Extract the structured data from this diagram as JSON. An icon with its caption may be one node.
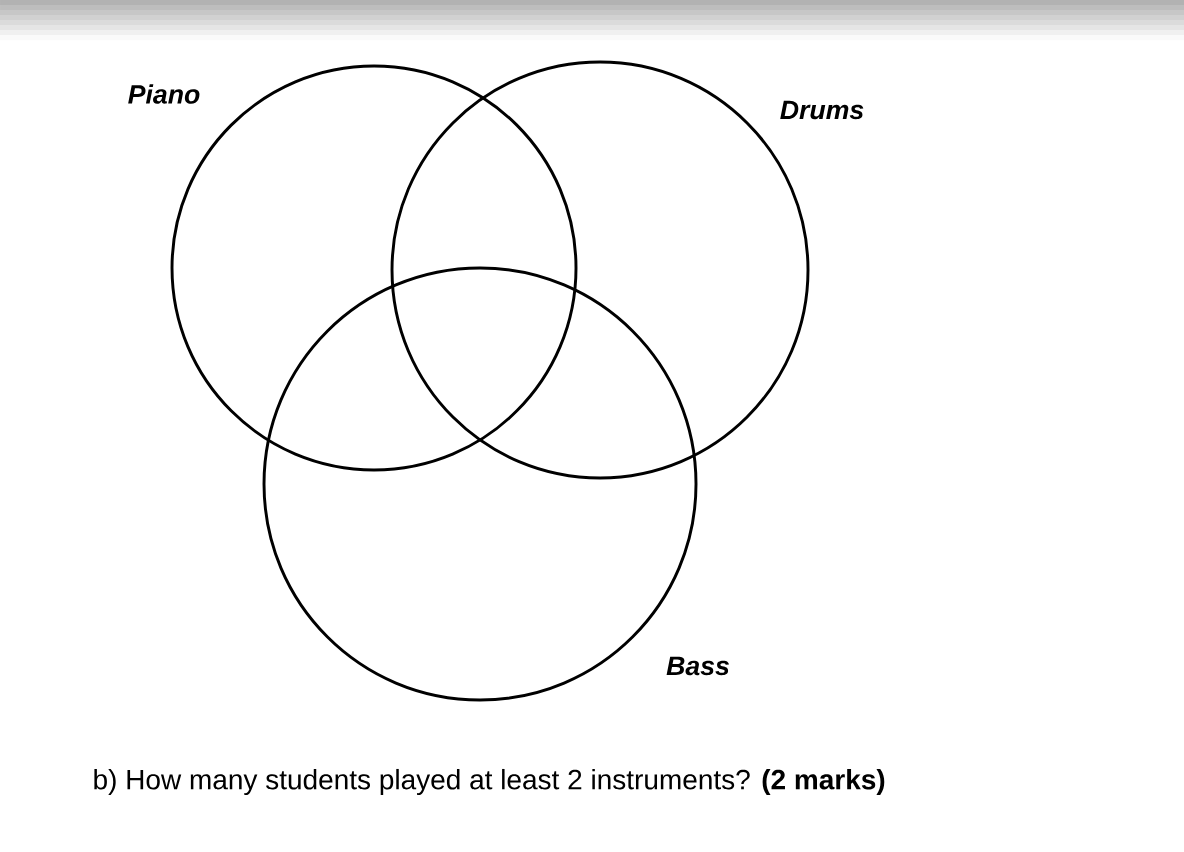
{
  "diagram": {
    "nodes": [
      {
        "text": [
          "Piano"
        ]
      },
      {
        "text": [
          "Drums"
        ]
      },
      {
        "text": [
          "Bass"
        ]
      }
    ],
    "labels": [
      "b) How many students played at least 2 instruments? **(2 marks)**"
    ]
  }
}
